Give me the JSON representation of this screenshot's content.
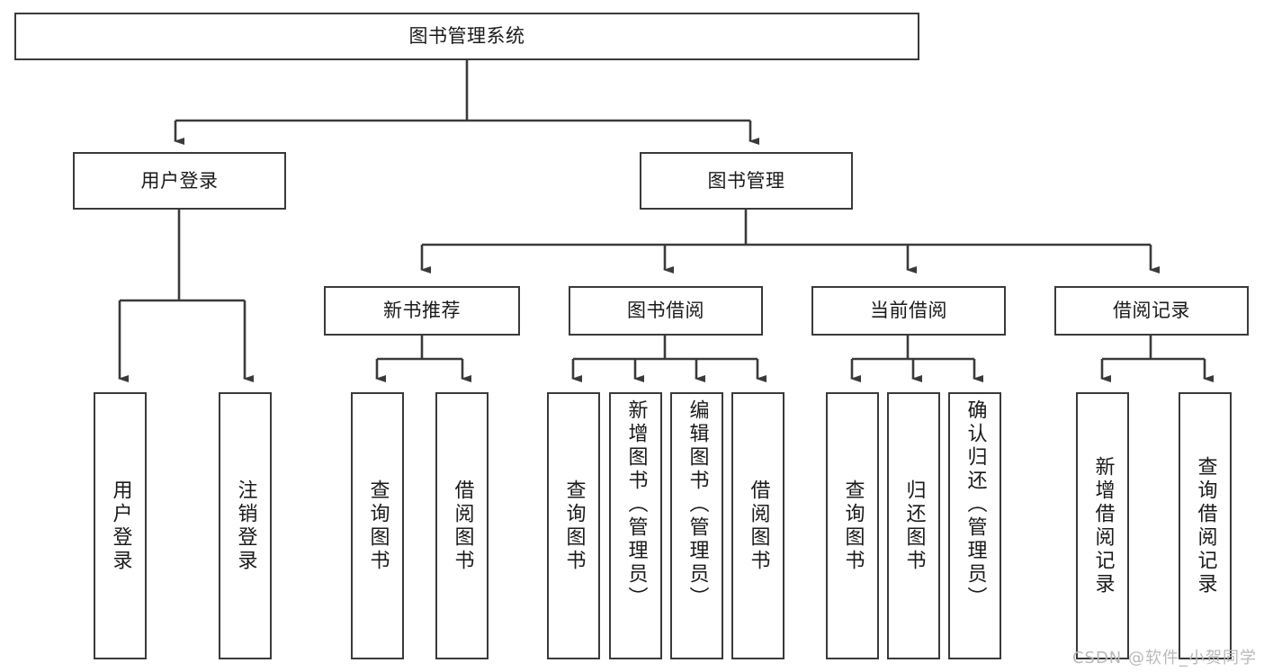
{
  "diagram": {
    "title_node": {
      "label": "图书管理系统"
    },
    "level2": [
      {
        "id": "user-login",
        "label": "用户登录"
      },
      {
        "id": "book-manage",
        "label": "图书管理"
      }
    ],
    "level3": [
      {
        "id": "new-book-recommend",
        "label": "新书推荐"
      },
      {
        "id": "book-borrow",
        "label": "图书借阅"
      },
      {
        "id": "current-borrow",
        "label": "当前借阅"
      },
      {
        "id": "borrow-record",
        "label": "借阅记录"
      }
    ],
    "leaves": [
      {
        "id": "leaf-user-login",
        "label": "用户登录"
      },
      {
        "id": "leaf-logout-login",
        "label": "注销登录"
      },
      {
        "id": "leaf-query-book-1",
        "label": "查询图书"
      },
      {
        "id": "leaf-borrow-book-1",
        "label": "借阅图书"
      },
      {
        "id": "leaf-query-book-2",
        "label": "查询图书"
      },
      {
        "id": "leaf-add-book",
        "label": "新增图书（管理员）"
      },
      {
        "id": "leaf-edit-book",
        "label": "编辑图书（管理员）"
      },
      {
        "id": "leaf-borrow-book-2",
        "label": "借阅图书"
      },
      {
        "id": "leaf-query-book-3",
        "label": "查询图书"
      },
      {
        "id": "leaf-return-book",
        "label": "归还图书"
      },
      {
        "id": "leaf-confirm-return",
        "label": "确认归还（管理员）"
      },
      {
        "id": "leaf-add-borrow-record",
        "label": "新增借阅记录"
      },
      {
        "id": "leaf-query-borrow-record",
        "label": "查询借阅记录"
      }
    ],
    "watermark": "CSDN @软件_小贺同学",
    "colors": {
      "stroke": "#3a3a3a",
      "fill": "#ffffff",
      "text": "#1a1a1a",
      "watermark": "#b9b9b9"
    }
  }
}
